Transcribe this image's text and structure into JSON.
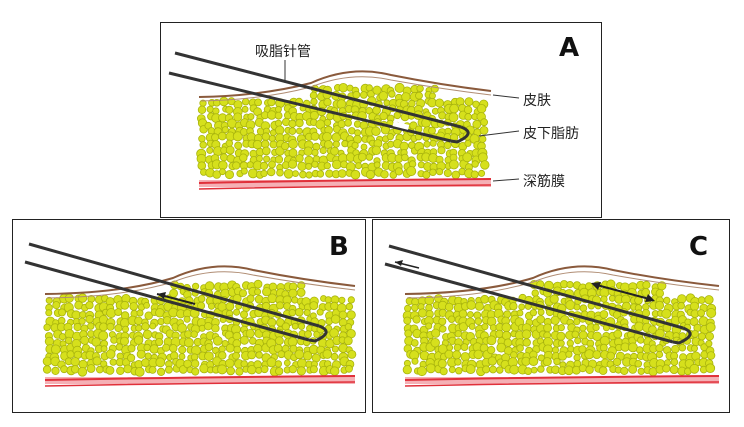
{
  "panels": [
    {
      "letter": "A"
    },
    {
      "letter": "B"
    },
    {
      "letter": "C"
    }
  ],
  "labels": {
    "needle": "吸脂针管",
    "skin": "皮肤",
    "fat": "皮下脂肪",
    "fascia": "深筋膜"
  },
  "colors": {
    "fat_fill": "#d6e01c",
    "fat_dark": "#a9b40e",
    "skin": "#8a5a3c",
    "fascia": "#e0303a",
    "fascia_fill": "#f5b0b5",
    "cannula": "#333333"
  },
  "icons": {
    "arrow_left": "arrow-left-icon",
    "arrow_double": "double-arrow-icon"
  }
}
